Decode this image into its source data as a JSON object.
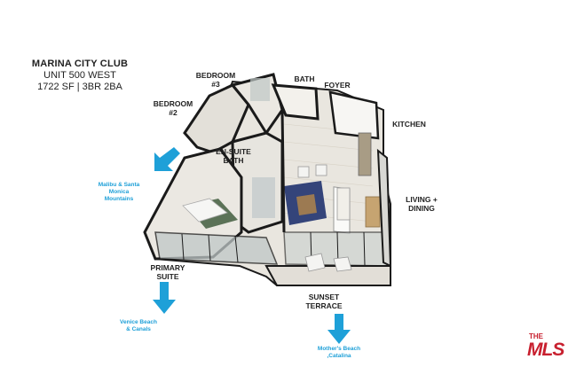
{
  "header": {
    "title": "MARINA CITY CLUB",
    "unit": "UNIT 500 WEST",
    "specs": "1722 SF | 3BR 2BA"
  },
  "rooms": {
    "bedroom3": "BEDROOM\n#3",
    "bath": "BATH",
    "foyer": "FOYER",
    "bedroom2": "BEDROOM\n#2",
    "kitchen": "KITCHEN",
    "ensuite": "EN-SUITE\nBATH",
    "living": "LIVING +\nDINING",
    "primary": "PRIMARY\nSUITE",
    "terrace": "SUNSET\nTERRACE"
  },
  "views": {
    "malibu": "Malibu & Santa\nMonica\nMountains",
    "venice": "Venice Beach\n& Canals",
    "mothers": "Mother's Beach\n,Catalina"
  },
  "logo": {
    "top": "THE",
    "main": "MLS"
  },
  "colors": {
    "arrow": "#1ea0d8",
    "wall": "#1a1a1a",
    "floor": "#e9e6df",
    "glass": "#bfc7c6",
    "rug_blue": "#34447a",
    "rug_green": "#5b7257",
    "wood": "#9c7a52",
    "logo_red": "#c8202f"
  }
}
